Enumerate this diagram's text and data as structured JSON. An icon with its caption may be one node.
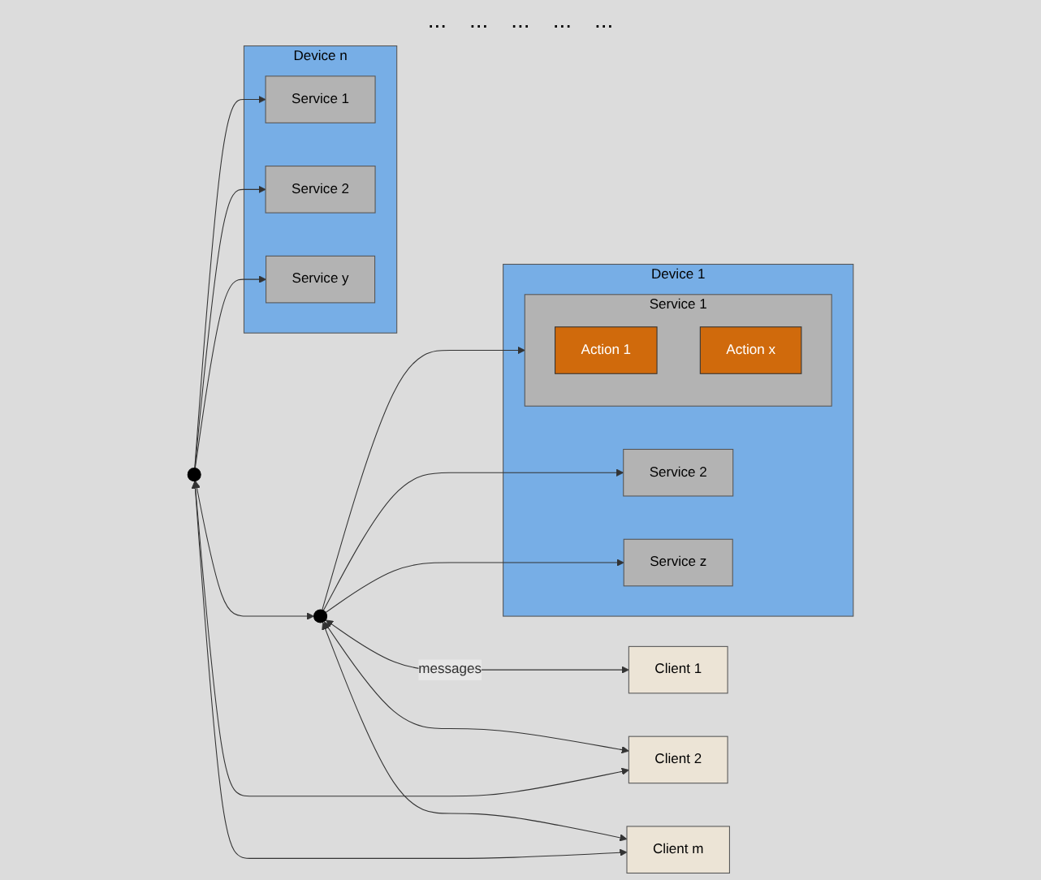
{
  "diagram": {
    "nodes": [
      {
        "text": [
          "Client 1"
        ]
      },
      {
        "text": [
          "Client 2"
        ]
      },
      {
        "text": [
          "Client m"
        ]
      },
      {
        "text": [
          "Device 1"
        ]
      },
      {
        "text": [],
        "shape": "circle"
      },
      {
        "text": [
          "Service 1"
        ],
        "in": 3
      },
      {
        "text": [
          "Action 1"
        ],
        "in": 5
      },
      {
        "text": [
          "Action x"
        ],
        "in": 5
      },
      {
        "text": [
          "Service 2"
        ],
        "in": 3
      },
      {
        "text": [
          "Service z"
        ],
        "in": 3
      },
      {
        "text": [
          "Device n"
        ]
      },
      {
        "text": [],
        "shape": "circle"
      },
      {
        "text": [
          "Service 1"
        ],
        "in": 10
      },
      {
        "text": [
          "Service 2"
        ],
        "in": 10
      },
      {
        "text": [
          "Service y"
        ],
        "in": 10
      }
    ],
    "edges": [
      {
        "from": 4,
        "to": 0,
        "arrow": "both",
        "label": "messages"
      },
      {
        "from": 4,
        "to": 1,
        "arrow": "both"
      },
      {
        "from": 4,
        "to": 2,
        "arrow": "both"
      },
      {
        "from": 11,
        "to": 1,
        "arrow": "both"
      },
      {
        "from": 11,
        "to": 2,
        "arrow": "both"
      },
      {
        "from": 11,
        "to": 4,
        "arrow": "both"
      },
      {
        "from": 4,
        "to": 5,
        "arrow": "to"
      },
      {
        "from": 4,
        "to": 8,
        "arrow": "to"
      },
      {
        "from": 4,
        "to": 9,
        "arrow": "to"
      },
      {
        "from": 11,
        "to": 12,
        "arrow": "to"
      },
      {
        "from": 11,
        "to": 13,
        "arrow": "to"
      },
      {
        "from": 11,
        "to": 14,
        "arrow": "to"
      }
    ],
    "labels": [
      "...",
      "...",
      "...",
      "...",
      "..."
    ]
  }
}
